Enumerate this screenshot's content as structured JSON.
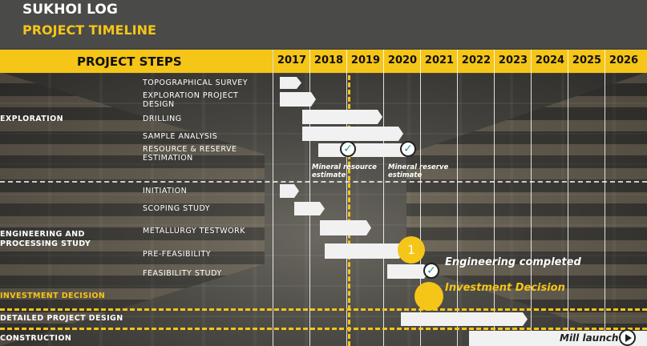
{
  "header": {
    "title": "SUKHOI LOG",
    "subtitle": "PROJECT TIMELINE"
  },
  "table_header": {
    "steps_label": "PROJECT STEPS"
  },
  "years": [
    "2017",
    "2018",
    "2019",
    "2020",
    "2021",
    "2022",
    "2023",
    "2024",
    "2025",
    "2026"
  ],
  "categories": {
    "exploration": "EXPLORATION",
    "engineering": "ENGINEERING AND PROCESSING STUDY",
    "investment": "INVESTMENT DECISION",
    "detailed_design": "DETAILED PROJECT DESIGN",
    "construction": "CONSTRUCTION"
  },
  "steps": {
    "topo": "TOPOGRAPHICAL SURVEY",
    "exp_design": "EXPLORATION PROJECT DESIGN",
    "drilling": "DRILLING",
    "sample": "SAMPLE ANALYSIS",
    "resource": "RESOURCE & RESERVE ESTIMATION",
    "initiation": "INITIATION",
    "scoping": "SCOPING STUDY",
    "metallurgy": "METALLURGY TESTWORK",
    "prefeas": "PRE-FEASIBILITY",
    "feasibility": "FEASIBILITY STUDY"
  },
  "milestones": {
    "mineral_resource": "Mineral resource estimate",
    "mineral_reserve": "Mineral reserve estimate",
    "engineering_completed": "Engineering completed",
    "investment_decision": "Investment Decision",
    "prefeas_marker": "1",
    "mill_launch": "Mill launch"
  },
  "colors": {
    "accent": "#f5c518",
    "header_bg": "#4a4a48",
    "bar": "#f1f1f1",
    "check": "#2a9d8f"
  }
}
